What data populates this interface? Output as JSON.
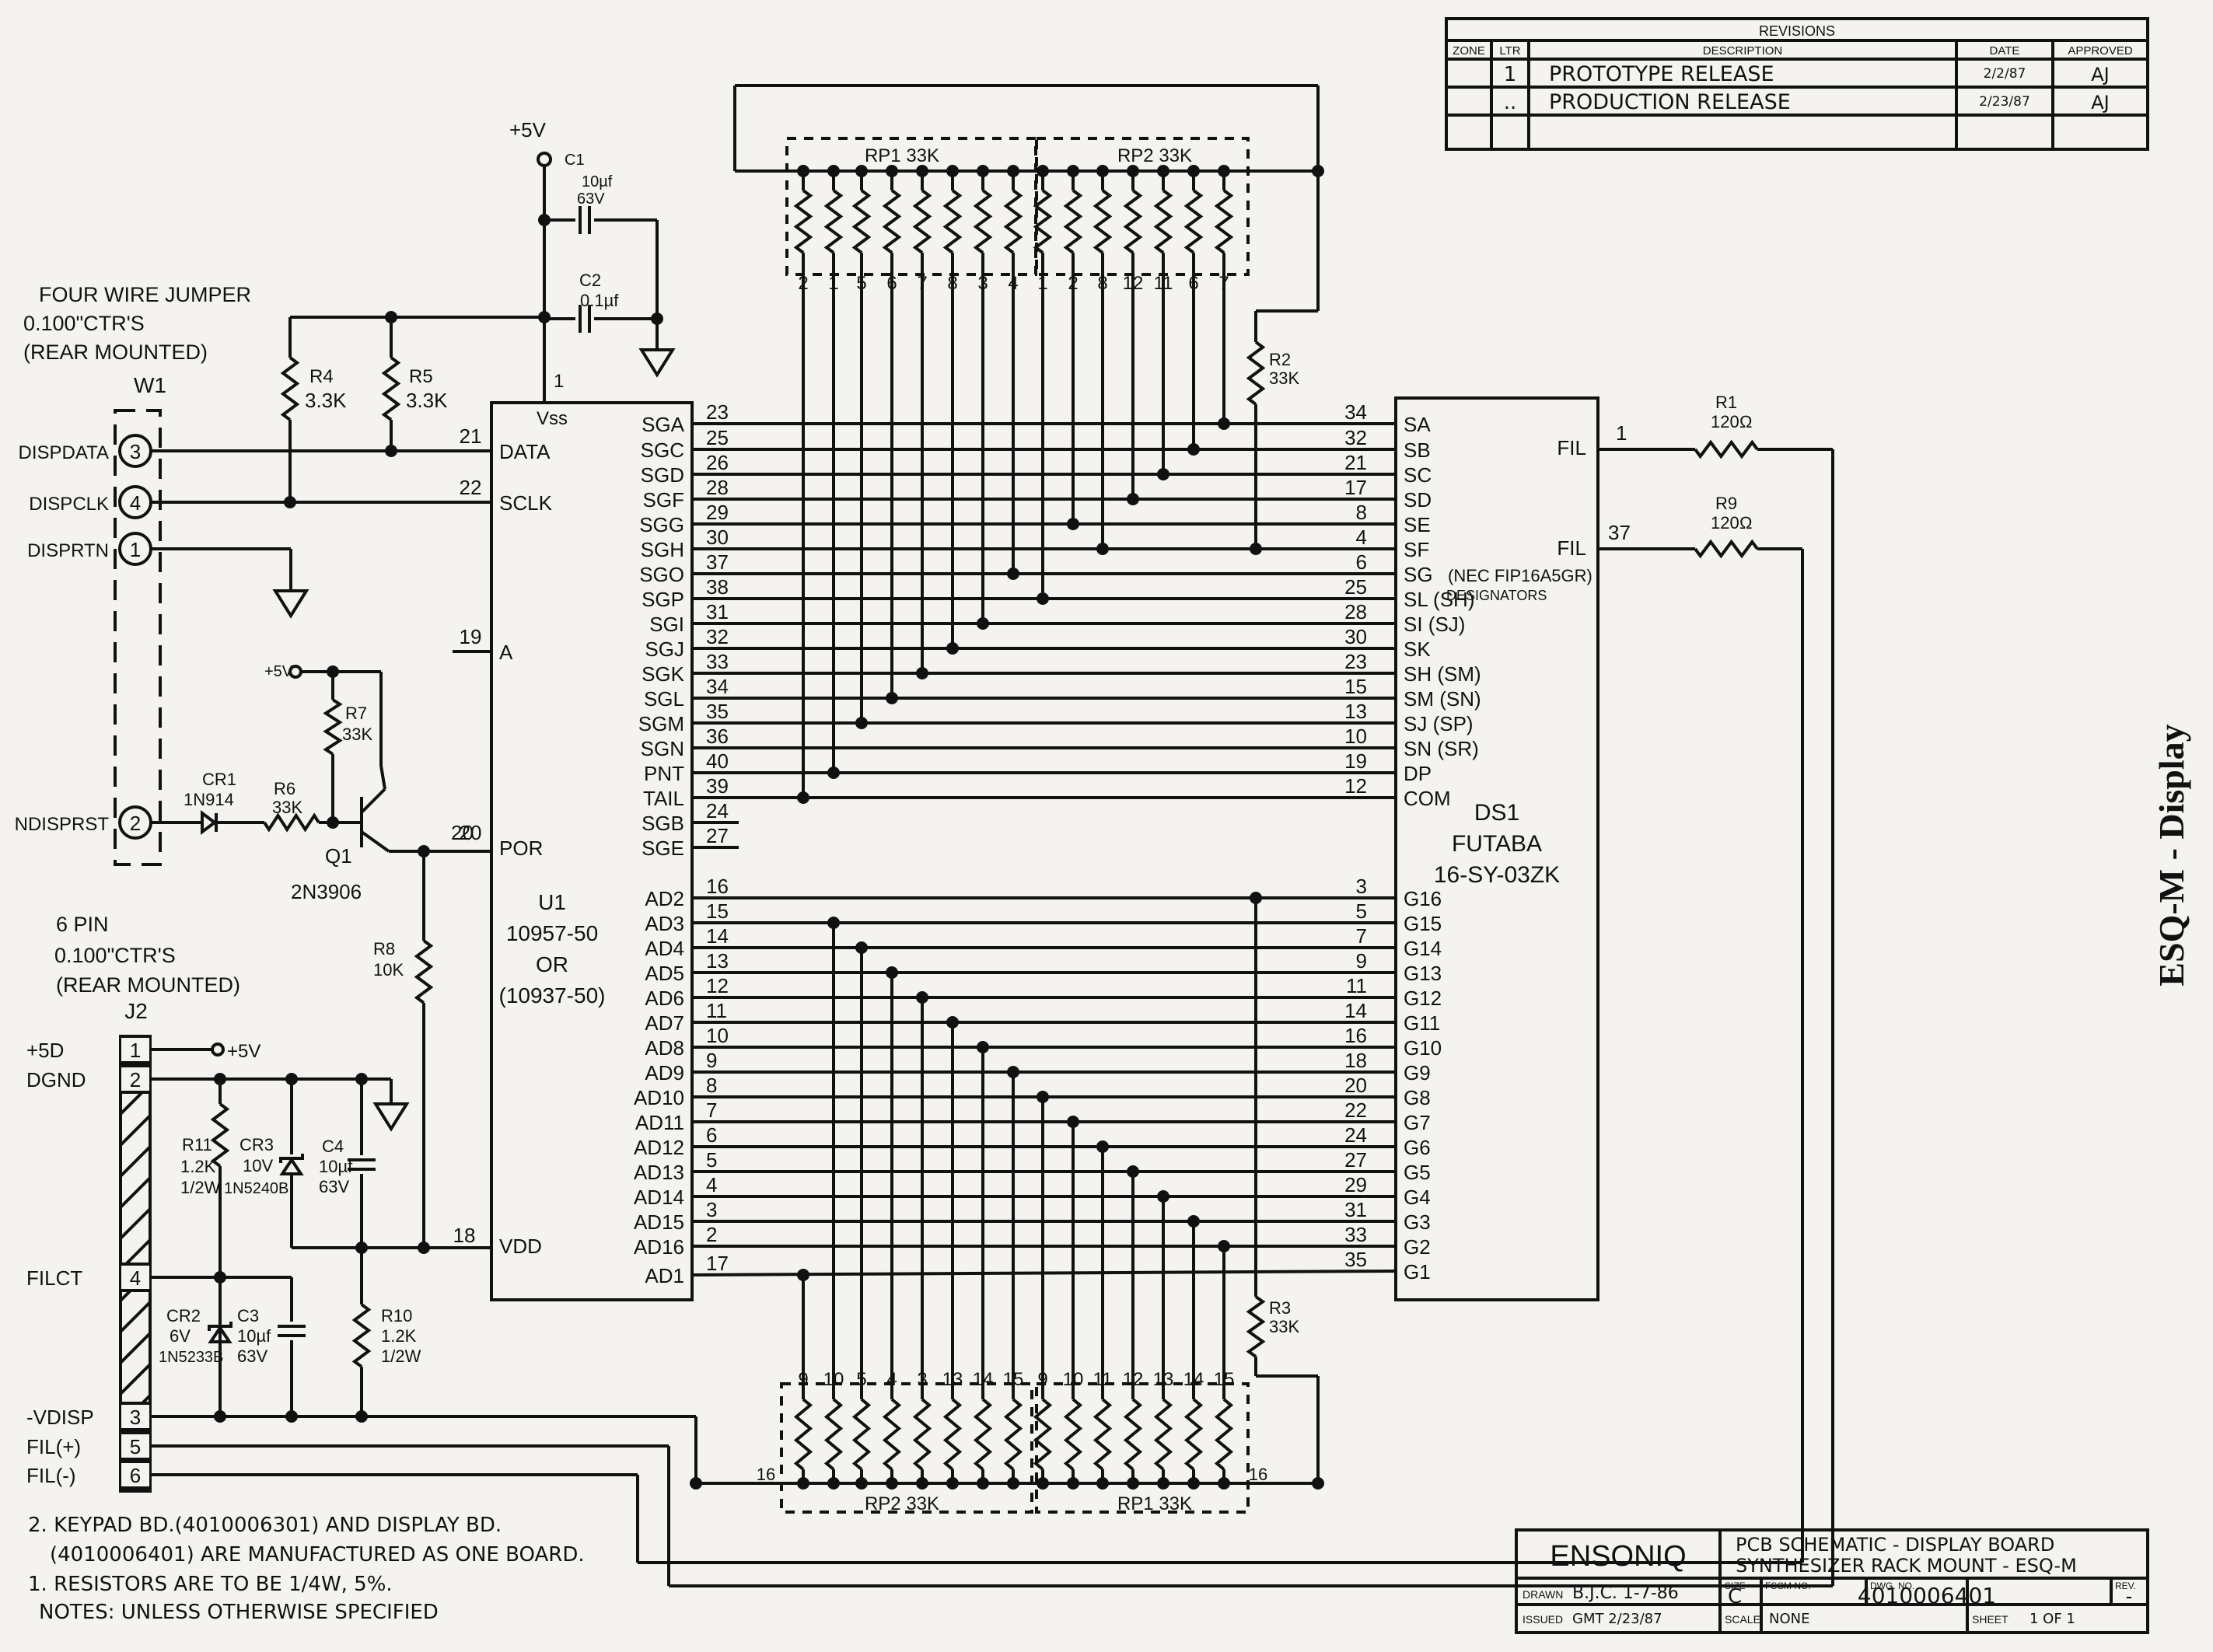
{
  "side_title": "ESQ-M  - Display",
  "revisions": {
    "title": "REVISIONS",
    "headers": [
      "ZONE",
      "LTR",
      "DESCRIPTION",
      "DATE",
      "APPROVED"
    ],
    "rows": [
      {
        "ltr": "1",
        "desc": "PROTOTYPE  RELEASE",
        "date": "2/2/87",
        "appr": "AJ"
      },
      {
        "ltr": "..",
        "desc": "PRODUCTION  RELEASE",
        "date": "2/23/87",
        "appr": "AJ"
      }
    ]
  },
  "w1": {
    "title1": "FOUR WIRE JUMPER",
    "title2": "0.100\"CTR'S",
    "title3": "(REAR MOUNTED)",
    "ref": "W1"
  },
  "w1_pins": [
    {
      "num": "3",
      "name": "DISPDATA"
    },
    {
      "num": "4",
      "name": "DISPCLK"
    },
    {
      "num": "1",
      "name": "DISPRTN"
    },
    {
      "num": "2",
      "name": "NDISPRST"
    }
  ],
  "supply": "+5V",
  "caps": {
    "c1": [
      "C1",
      "10µf",
      "63V"
    ],
    "c2": [
      "C2",
      "0.1µf"
    ],
    "c3": [
      "C3",
      "10µf",
      "63V"
    ],
    "c4": [
      "C4",
      "10µf",
      "63V"
    ]
  },
  "resistors": {
    "r4": [
      "R4",
      "3.3K"
    ],
    "r5": [
      "R5",
      "3.3K"
    ],
    "r7": [
      "R7",
      "33K"
    ],
    "r6": [
      "R6",
      "33K"
    ],
    "r8": [
      "R8",
      "10K"
    ],
    "r2": [
      "R2",
      "33K"
    ],
    "r3": [
      "R3",
      "33K"
    ],
    "r1": [
      "R1",
      "120Ω"
    ],
    "r9": [
      "R9",
      "120Ω"
    ],
    "r10": [
      "R10",
      "1.2K",
      "1/2W"
    ],
    "r11": [
      "R11",
      "1.2K",
      "1/2W"
    ]
  },
  "diodes": {
    "cr1": [
      "CR1",
      "1N914"
    ],
    "cr2": [
      "CR2",
      "6V",
      "1N5233B"
    ],
    "cr3": [
      "CR3",
      "10V",
      "1N5240B"
    ]
  },
  "q1": [
    "Q1",
    "2N3906"
  ],
  "u1": {
    "lines": [
      "U1",
      "10957-50",
      "OR",
      "(10937-50)"
    ],
    "vss": "Vss",
    "vdd": "VDD",
    "vss_pin": "1",
    "vdd_pin": "18",
    "left_pins": [
      {
        "name": "DATA",
        "num": "21"
      },
      {
        "name": "SCLK",
        "num": "22"
      },
      {
        "name": "A",
        "num": "19"
      },
      {
        "name": "POR",
        "num": "20"
      }
    ],
    "right_pins": [
      {
        "name": "SGA",
        "num": "23"
      },
      {
        "name": "SGC",
        "num": "25"
      },
      {
        "name": "SGD",
        "num": "26"
      },
      {
        "name": "SGF",
        "num": "28"
      },
      {
        "name": "SGG",
        "num": "29"
      },
      {
        "name": "SGH",
        "num": "30"
      },
      {
        "name": "SGO",
        "num": "37"
      },
      {
        "name": "SGP",
        "num": "38"
      },
      {
        "name": "SGI",
        "num": "31"
      },
      {
        "name": "SGJ",
        "num": "32"
      },
      {
        "name": "SGK",
        "num": "33"
      },
      {
        "name": "SGL",
        "num": "34"
      },
      {
        "name": "SGM",
        "num": "35"
      },
      {
        "name": "SGN",
        "num": "36"
      },
      {
        "name": "PNT",
        "num": "40"
      },
      {
        "name": "TAIL",
        "num": "39"
      },
      {
        "name": "SGB",
        "num": "24"
      },
      {
        "name": "SGE",
        "num": "27"
      },
      {
        "name": "AD2",
        "num": "16"
      },
      {
        "name": "AD3",
        "num": "15"
      },
      {
        "name": "AD4",
        "num": "14"
      },
      {
        "name": "AD5",
        "num": "13"
      },
      {
        "name": "AD6",
        "num": "12"
      },
      {
        "name": "AD7",
        "num": "11"
      },
      {
        "name": "AD8",
        "num": "10"
      },
      {
        "name": "AD9",
        "num": "9"
      },
      {
        "name": "AD10",
        "num": "8"
      },
      {
        "name": "AD11",
        "num": "7"
      },
      {
        "name": "AD12",
        "num": "6"
      },
      {
        "name": "AD13",
        "num": "5"
      },
      {
        "name": "AD14",
        "num": "4"
      },
      {
        "name": "AD15",
        "num": "3"
      },
      {
        "name": "AD16",
        "num": "2"
      },
      {
        "name": "AD1",
        "num": "17"
      }
    ]
  },
  "ds1": {
    "lines": [
      "DS1",
      "FUTABA",
      "16-SY-03ZK"
    ],
    "note1": "(NEC FIP16A5GR)",
    "note2": "DESIGNATORS",
    "fil": "FIL",
    "fil_pins": [
      "1",
      "37"
    ],
    "segments": [
      {
        "name": "SA",
        "num": "34"
      },
      {
        "name": "SB",
        "num": "32"
      },
      {
        "name": "SC",
        "num": "21"
      },
      {
        "name": "SD",
        "num": "17"
      },
      {
        "name": "SE",
        "num": "8"
      },
      {
        "name": "SF",
        "num": "4"
      },
      {
        "name": "SG",
        "num": "6"
      },
      {
        "name": "SL (SH)",
        "num": "25"
      },
      {
        "name": "SI (SJ)",
        "num": "28"
      },
      {
        "name": "SK",
        "num": "30"
      },
      {
        "name": "SH (SM)",
        "num": "23"
      },
      {
        "name": "SM (SN)",
        "num": "15"
      },
      {
        "name": "SJ (SP)",
        "num": "13"
      },
      {
        "name": "SN (SR)",
        "num": "10"
      },
      {
        "name": "DP",
        "num": "19"
      },
      {
        "name": "COM",
        "num": "12"
      }
    ],
    "grids": [
      {
        "name": "G16",
        "num": "3"
      },
      {
        "name": "G15",
        "num": "5"
      },
      {
        "name": "G14",
        "num": "7"
      },
      {
        "name": "G13",
        "num": "9"
      },
      {
        "name": "G12",
        "num": "11"
      },
      {
        "name": "G11",
        "num": "14"
      },
      {
        "name": "G10",
        "num": "16"
      },
      {
        "name": "G9",
        "num": "18"
      },
      {
        "name": "G8",
        "num": "20"
      },
      {
        "name": "G7",
        "num": "22"
      },
      {
        "name": "G6",
        "num": "24"
      },
      {
        "name": "G5",
        "num": "27"
      },
      {
        "name": "G4",
        "num": "29"
      },
      {
        "name": "G3",
        "num": "31"
      },
      {
        "name": "G2",
        "num": "33"
      },
      {
        "name": "G1",
        "num": "35"
      }
    ]
  },
  "rp_top": {
    "rp1": "RP1  33K",
    "rp2": "RP2  33K",
    "pins1": [
      "2",
      "1",
      "5",
      "6",
      "7",
      "8",
      "3",
      "4"
    ],
    "pins2": [
      "1",
      "2",
      "8",
      "12",
      "11",
      "6",
      "7"
    ]
  },
  "rp_bottom": {
    "rp2": "RP2  33K",
    "rp1": "RP1  33K",
    "com": "16",
    "pins2": [
      "9",
      "10",
      "5",
      "4",
      "3",
      "13",
      "14",
      "15"
    ],
    "pins1": [
      "9",
      "10",
      "11",
      "12",
      "13",
      "14",
      "15"
    ]
  },
  "j2": {
    "title1": "6 PIN",
    "title2": "0.100\"CTR'S",
    "title3": "(REAR MOUNTED)",
    "ref": "J2",
    "pins": [
      {
        "num": "1",
        "name": "+5D"
      },
      {
        "num": "2",
        "name": "DGND"
      },
      {
        "num": "3",
        "name": "-VDISP"
      },
      {
        "num": "4",
        "name": "FILCT"
      },
      {
        "num": "5",
        "name": "FIL(+)"
      },
      {
        "num": "6",
        "name": "FIL(-)"
      }
    ]
  },
  "notes": [
    "2. KEYPAD BD.(4010006301) AND DISPLAY BD.",
    "(4010006401) ARE MANUFACTURED AS ONE BOARD.",
    "1. RESISTORS ARE TO BE 1/4W, 5%.",
    "NOTES:  UNLESS  OTHERWISE  SPECIFIED"
  ],
  "title_block": {
    "company": "ENSONIQ",
    "title1": "PCB SCHEMATIC  - DISPLAY BOARD",
    "title2": "SYNTHESIZER RACK MOUNT - ESQ-M",
    "drawn_label": "DRAWN",
    "drawn": "B.J.C. 1-7-86",
    "issued_label": "ISSUED",
    "issued": "GMT  2/23/87",
    "size_label": "SIZE",
    "size": "C",
    "fscm_label": "FSCM NO.",
    "dwg_label": "DWG. NO.",
    "dwg": "4010006401",
    "rev_label": "REV.",
    "rev": "-",
    "scale_label": "SCALE",
    "scale": "NONE",
    "sheet_label": "SHEET",
    "sheet": "1 OF 1"
  }
}
